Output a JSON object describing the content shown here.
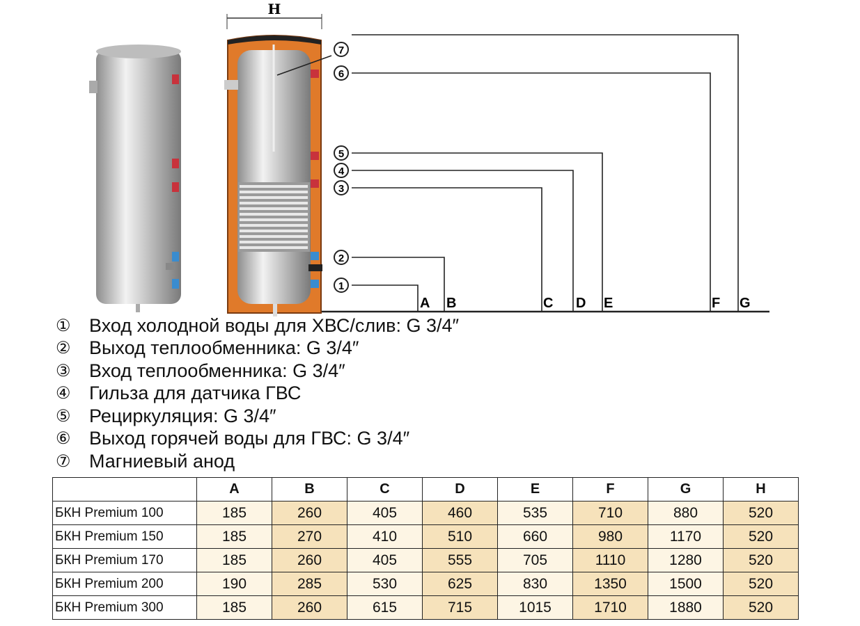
{
  "diagram": {
    "width_label": "H",
    "dimension_labels": [
      "A",
      "B",
      "C",
      "D",
      "E",
      "F",
      "G"
    ],
    "callouts": [
      "1",
      "2",
      "3",
      "4",
      "5",
      "6",
      "7"
    ],
    "colors": {
      "insulation": "#e07a2a",
      "tank": "#c9c9c9",
      "hot": "#c8323c",
      "cold": "#3a8ccf"
    }
  },
  "legend": [
    {
      "num": "①",
      "text": "Вход холодной воды для ХВС/слив: G 3/4″"
    },
    {
      "num": "②",
      "text": "Выход теплообменника: G 3/4″"
    },
    {
      "num": "③",
      "text": "Вход теплообменника: G 3/4″"
    },
    {
      "num": "④",
      "text": "Гильза для датчика ГВС"
    },
    {
      "num": "⑤",
      "text": "Рециркуляция: G 3/4″"
    },
    {
      "num": "⑥",
      "text": "Выход горячей воды для ГВС: G 3/4″"
    },
    {
      "num": "⑦",
      "text": "Магниевый анод"
    }
  ],
  "table": {
    "headers": [
      "A",
      "B",
      "C",
      "D",
      "E",
      "F",
      "G",
      "H"
    ],
    "rows": [
      {
        "name": "БКН Premium 100",
        "values": [
          "185",
          "260",
          "405",
          "460",
          "535",
          "710",
          "880",
          "520"
        ]
      },
      {
        "name": "БКН Premium 150",
        "values": [
          "185",
          "270",
          "410",
          "510",
          "660",
          "980",
          "1170",
          "520"
        ]
      },
      {
        "name": "БКН Premium 170",
        "values": [
          "185",
          "260",
          "405",
          "555",
          "705",
          "1110",
          "1280",
          "520"
        ]
      },
      {
        "name": "БКН Premium 200",
        "values": [
          "190",
          "285",
          "530",
          "625",
          "830",
          "1350",
          "1500",
          "520"
        ]
      },
      {
        "name": "БКН Premium 300",
        "values": [
          "185",
          "260",
          "615",
          "715",
          "1015",
          "1710",
          "1880",
          "520"
        ]
      }
    ]
  }
}
